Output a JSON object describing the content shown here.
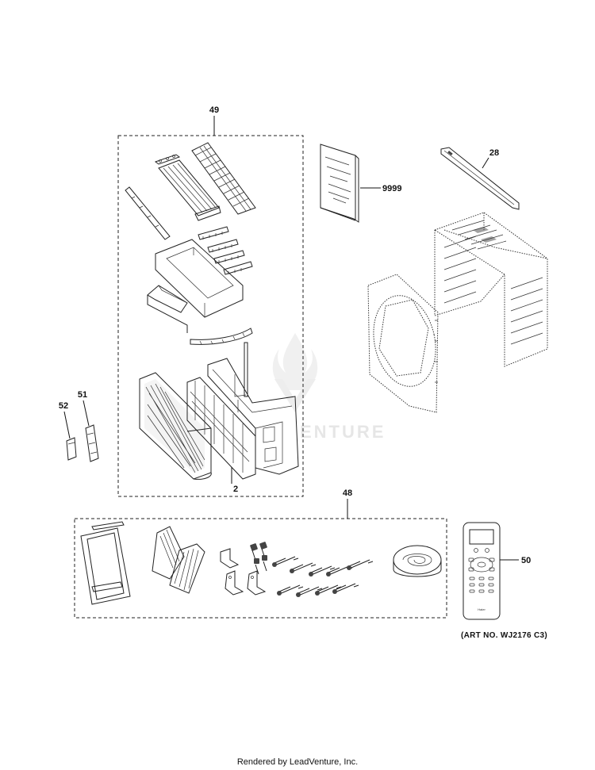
{
  "diagram": {
    "callouts": {
      "c49": "49",
      "c9999": "9999",
      "c28": "28",
      "c51": "51",
      "c52": "52",
      "c2": "2",
      "c48": "48",
      "c50": "50"
    },
    "watermark_text": "ENTURE",
    "remote_brand": "Haier"
  },
  "art_number": "(ART NO. WJ2176 C3)",
  "footer": "Rendered by LeadVenture, Inc."
}
